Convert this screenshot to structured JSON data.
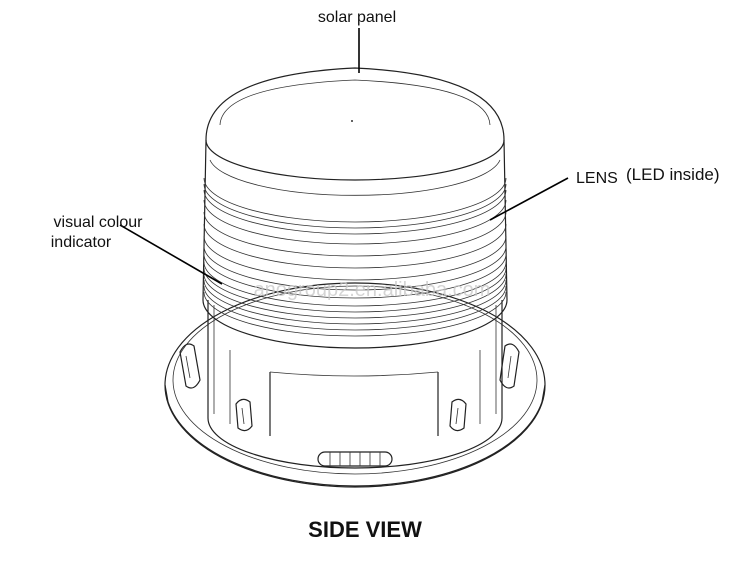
{
  "labels": {
    "solar_panel": "solar panel",
    "lens_main": "LENS",
    "lens_note": "(LED inside)",
    "indicator_line1": "visual colour",
    "indicator_line2": "indicator"
  },
  "title": "SIDE VIEW",
  "watermark": "anogroup2.en.alibaba.com"
}
